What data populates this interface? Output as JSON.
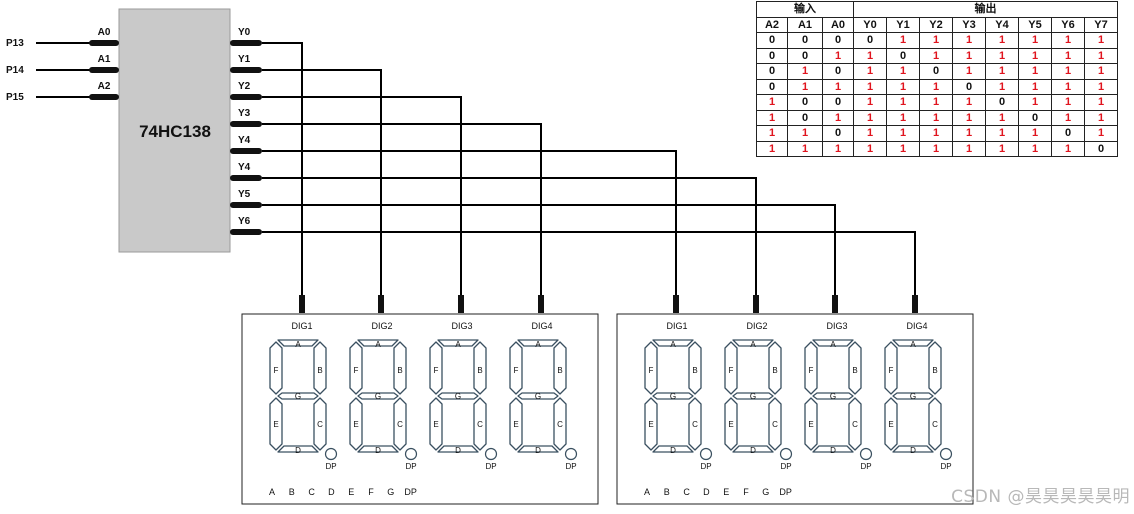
{
  "decoder": {
    "chip_name": "74HC138",
    "ports": [
      "P13",
      "P14",
      "P15"
    ],
    "inputs": [
      "A0",
      "A1",
      "A2"
    ],
    "outputs": [
      "Y0",
      "Y1",
      "Y2",
      "Y3",
      "Y4",
      "Y4",
      "Y5",
      "Y6"
    ]
  },
  "displays": [
    {
      "digits": [
        "DIG1",
        "DIG2",
        "DIG3",
        "DIG4"
      ],
      "segment_pins": [
        "A",
        "B",
        "C",
        "D",
        "E",
        "F",
        "G",
        "DP"
      ]
    },
    {
      "digits": [
        "DIG1",
        "DIG2",
        "DIG3",
        "DIG4"
      ],
      "segment_pins": [
        "A",
        "B",
        "C",
        "D",
        "E",
        "F",
        "G",
        "DP"
      ]
    }
  ],
  "segment_labels": {
    "a": "A",
    "b": "B",
    "c": "C",
    "d": "D",
    "e": "E",
    "f": "F",
    "g": "G",
    "dp": "DP"
  },
  "truth_table": {
    "input_header": "输入",
    "output_header": "输出",
    "columns": [
      "A2",
      "A1",
      "A0",
      "Y0",
      "Y1",
      "Y2",
      "Y3",
      "Y4",
      "Y5",
      "Y6",
      "Y7"
    ],
    "rows": [
      [
        "0",
        "0",
        "0",
        "0",
        "1",
        "1",
        "1",
        "1",
        "1",
        "1",
        "1"
      ],
      [
        "0",
        "0",
        "1",
        "1",
        "0",
        "1",
        "1",
        "1",
        "1",
        "1",
        "1"
      ],
      [
        "0",
        "1",
        "0",
        "1",
        "1",
        "0",
        "1",
        "1",
        "1",
        "1",
        "1"
      ],
      [
        "0",
        "1",
        "1",
        "1",
        "1",
        "1",
        "0",
        "1",
        "1",
        "1",
        "1"
      ],
      [
        "1",
        "0",
        "0",
        "1",
        "1",
        "1",
        "1",
        "0",
        "1",
        "1",
        "1"
      ],
      [
        "1",
        "0",
        "1",
        "1",
        "1",
        "1",
        "1",
        "1",
        "0",
        "1",
        "1"
      ],
      [
        "1",
        "1",
        "0",
        "1",
        "1",
        "1",
        "1",
        "1",
        "1",
        "0",
        "1"
      ],
      [
        "1",
        "1",
        "1",
        "1",
        "1",
        "1",
        "1",
        "1",
        "1",
        "1",
        "0"
      ]
    ]
  },
  "colors": {
    "chip_fill": "#c9c9c9",
    "chip_border": "#9a9a9a",
    "segment_stroke": "#3a5060",
    "wire": "#000000",
    "one_value": "#e0141e"
  },
  "watermark": "CSDN @昊昊昊昊昊明"
}
